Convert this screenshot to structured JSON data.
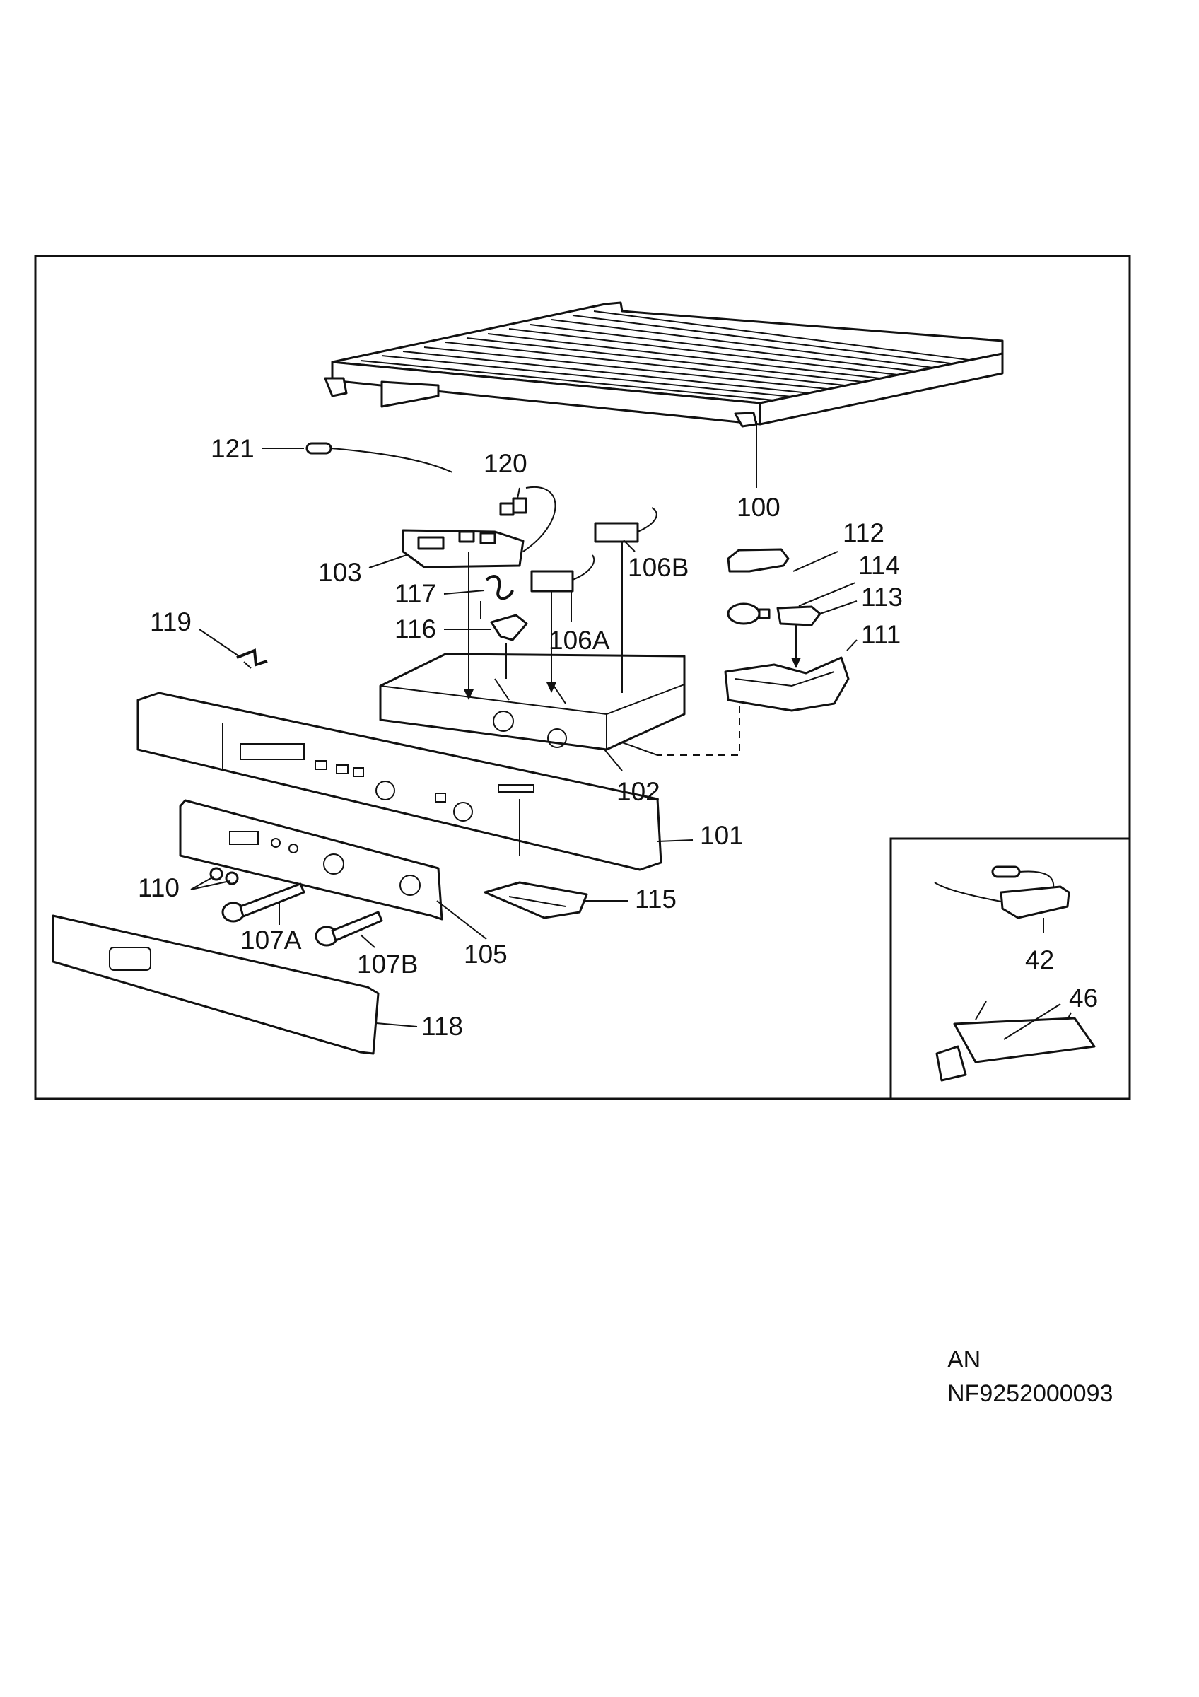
{
  "labels": {
    "p100": "100",
    "p101": "101",
    "p102": "102",
    "p103": "103",
    "p105": "105",
    "p106A": "106A",
    "p106B": "106B",
    "p107A": "107A",
    "p107B": "107B",
    "p110": "110",
    "p111": "111",
    "p112": "112",
    "p113": "113",
    "p114": "114",
    "p115": "115",
    "p116": "116",
    "p117": "117",
    "p118": "118",
    "p119": "119",
    "p120": "120",
    "p121": "121",
    "p42": "42",
    "p46": "46"
  },
  "footer": {
    "code": "AN",
    "number": "NF9252000093"
  }
}
